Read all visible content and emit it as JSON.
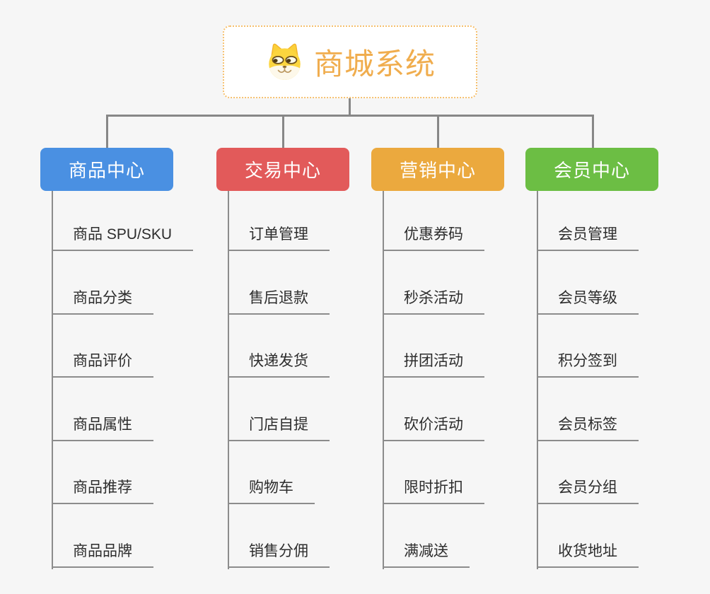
{
  "root": {
    "title": "商城系统",
    "icon": "dog-face-icon",
    "title_color": "#f0ad4e",
    "border_color": "#f6c06e"
  },
  "connector_color": "#878787",
  "branches": [
    {
      "label": "商品中心",
      "color": "#4a90e2",
      "children": [
        "商品 SPU/SKU",
        "商品分类",
        "商品评价",
        "商品属性",
        "商品推荐",
        "商品品牌"
      ]
    },
    {
      "label": "交易中心",
      "color": "#e25a5a",
      "children": [
        "订单管理",
        "售后退款",
        "快递发货",
        "门店自提",
        "购物车",
        "销售分佣"
      ]
    },
    {
      "label": "营销中心",
      "color": "#eba93e",
      "children": [
        "优惠券码",
        "秒杀活动",
        "拼团活动",
        "砍价活动",
        "限时折扣",
        "满减送"
      ]
    },
    {
      "label": "会员中心",
      "color": "#6cbe44",
      "children": [
        "会员管理",
        "会员等级",
        "积分签到",
        "会员标签",
        "会员分组",
        "收货地址"
      ]
    }
  ]
}
